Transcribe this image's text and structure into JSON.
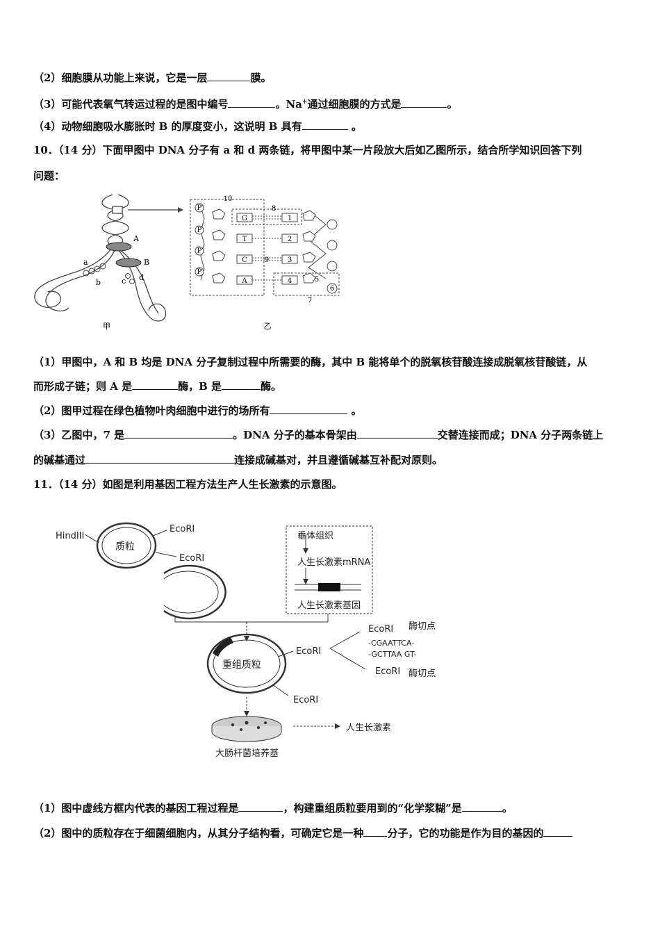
{
  "q9": {
    "p2": {
      "a": "（2）细胞膜从功能上来说，它是一层",
      "b": "膜。"
    },
    "p3": {
      "a": "（3）可能代表氧气转运过程的是图中编号",
      "b": "。Na",
      "sup": "+",
      "c": "通过细胞膜的方式是",
      "d": "。"
    },
    "p4": {
      "a": "（4）动物细胞吸水膨胀时 B 的厚度变小，这说明 B 具有",
      "b": " 。"
    }
  },
  "q10": {
    "head1": "10．（14 分）下面甲图中 DNA 分子有 a 和 d 两条链，将甲图中某一片段放大后如乙图所示，结合所学知识回答下列",
    "head2": "问题：",
    "fig": {
      "jia": "甲",
      "yi": "乙",
      "A": "A",
      "B": "B",
      "a": "a",
      "b": "b",
      "c": "c",
      "d": "d",
      "n10": "10",
      "n8": "8",
      "n9": "9",
      "n7": "7",
      "n1": "1",
      "n2": "2",
      "n3": "3",
      "n4": "4",
      "n5": "5",
      "n6": "6",
      "P": "P",
      "G": "G",
      "T": "T",
      "C": "C",
      "Abase": "A"
    },
    "p1a": "（1）甲图中，A 和 B 均是 DNA 分子复制过程中所需要的酶，其中 B 能将单个的脱氧核苷酸连接成脱氧核苷酸链，从",
    "p1b": {
      "a": "而形成子链；则 A 是",
      "b": "酶，B 是",
      "c": "酶。"
    },
    "p2": {
      "a": "（2）图甲过程在绿色植物叶肉细胞中进行的场所有",
      "b": " 。"
    },
    "p3a": {
      "a": "（3）乙图中，7 是",
      "b": "。DNA 分子的基本骨架由",
      "c": "交替连接而成；DNA 分子两条链上"
    },
    "p3b": {
      "a": "的碱基通过",
      "b": "连接成碱基对，并且遵循碱基互补配对原则。"
    }
  },
  "q11": {
    "head": "11．（14 分）如图是利用基因工程方法生产人生长激素的示意图。",
    "fig": {
      "hind": "HindIII",
      "eco1": "EcoRI",
      "eco2": "EcoRI",
      "plasmid": "质粒",
      "pituitary": "垂体组织",
      "mrna": "人生长激素mRNA",
      "gene": "人生长激素基因",
      "recomb": "重组质粒",
      "eco3": "EcoRI",
      "eco4": "EcoRI",
      "eco5": "EcoRI",
      "eco6": "EcoRI",
      "cut1": "酶切点",
      "cut2": "酶切点",
      "seq1": "-CGAATTCA-",
      "seq2": "-GCTTAA GT-",
      "hormone": "人生长激素",
      "medium": "大肠杆菌培养基"
    },
    "p1": {
      "a": "（1）图中虚线方框内代表的基因工程过程是",
      "b": "，构建重组质粒要用到的“化学浆糊”是",
      "c": "。"
    },
    "p2": {
      "a": "（2）图中的质粒存在于细菌细胞内，从其分子结构看，可确定它是一种",
      "b": "分子，它的功能是作为目的基因的"
    }
  }
}
